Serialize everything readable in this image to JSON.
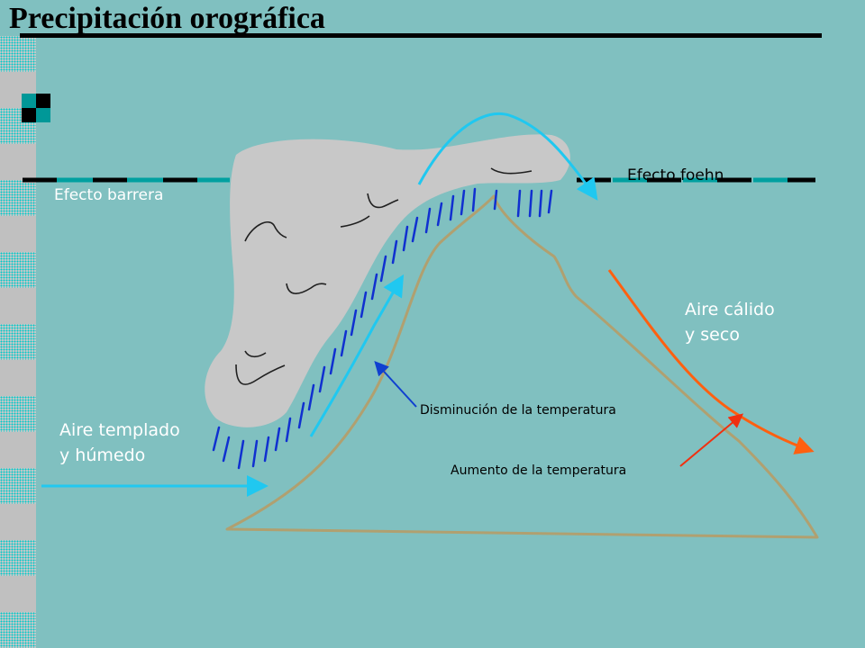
{
  "title": "Precipitación orográfica",
  "labels": {
    "barrier": "Efecto barrera",
    "foehn": "Efecto foehn",
    "warm_humid_1": "Aire templado",
    "warm_humid_2": "y húmedo",
    "warm_dry_1": "Aire cálido",
    "warm_dry_2": "y seco",
    "temp_decrease": "Disminución de la temperatura",
    "temp_increase": "Aumento de la temperatura"
  },
  "colors": {
    "background": "#80c0c0",
    "cloud": "#c8c8c8",
    "mountain_outline": "#b0a070",
    "humid_air_arrow": "#20c8f0",
    "dry_air_arrow": "#ff6010",
    "rain": "#1030d0",
    "pointer_blue": "#1040d0",
    "pointer_red": "#f03010"
  }
}
